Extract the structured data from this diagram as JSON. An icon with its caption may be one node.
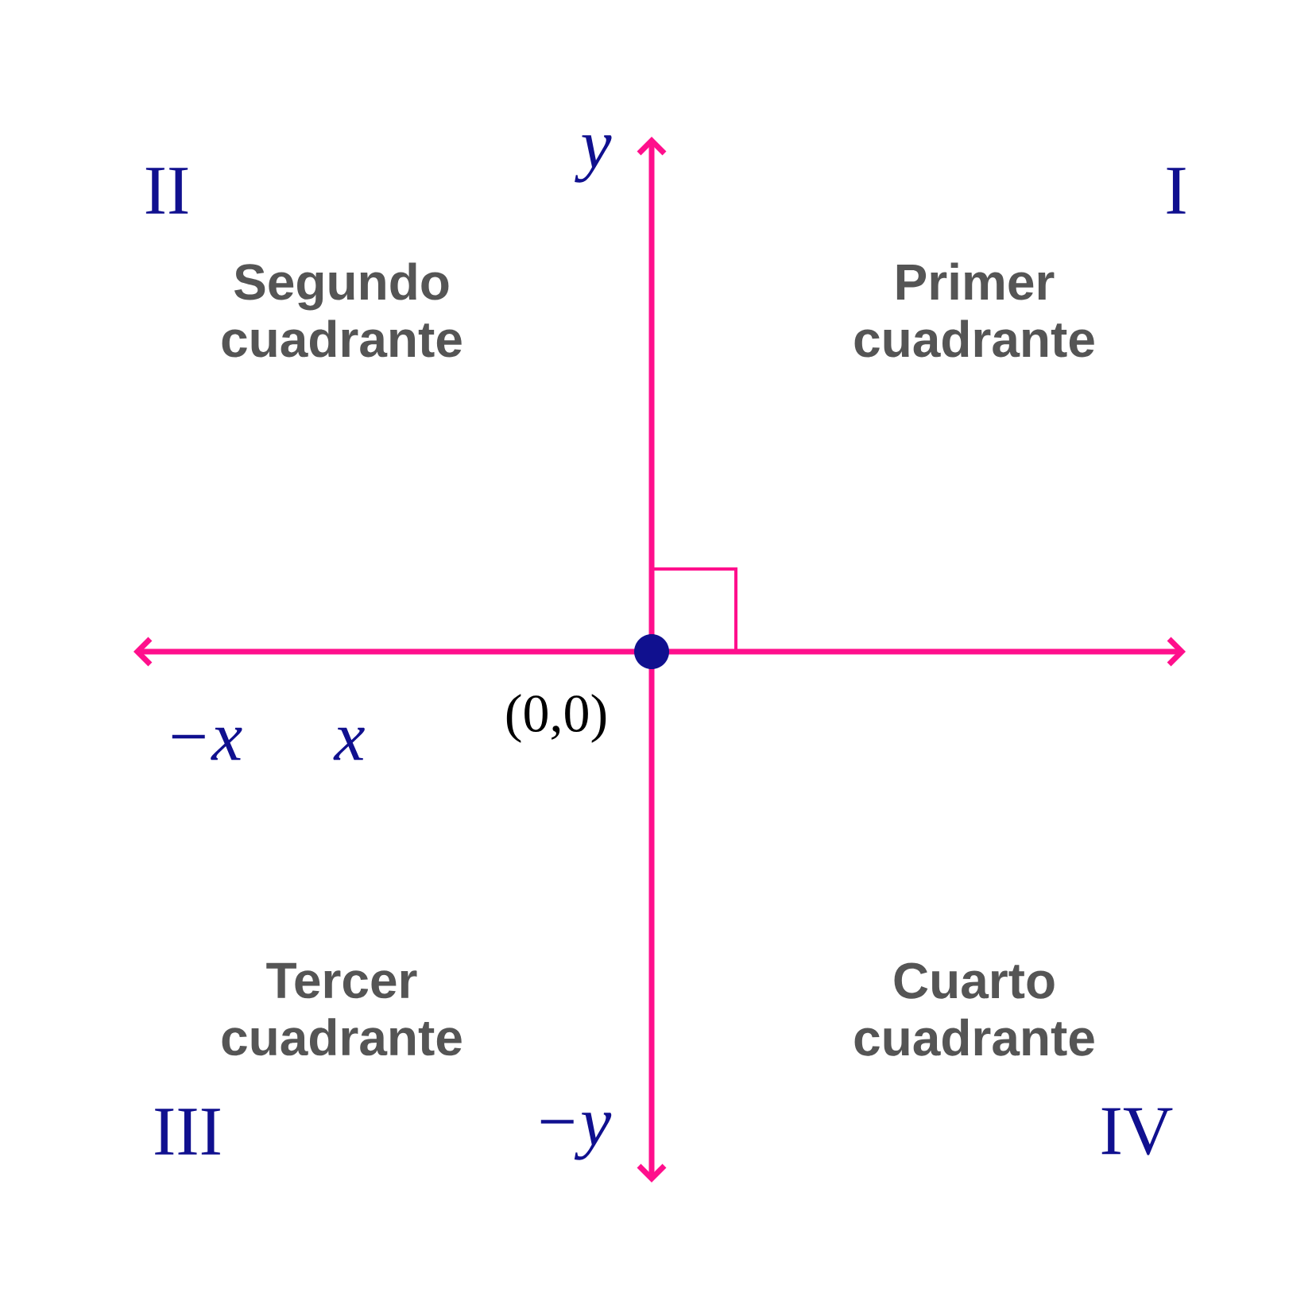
{
  "diagram": {
    "labels": [
      "y",
      "II",
      "I",
      "Segundo cuadrante",
      "Primer cuadrante",
      "(0,0)",
      "−x",
      "x",
      "Tercer cuadrante",
      "Cuarto cuadrante",
      "III",
      "−y",
      "IV"
    ]
  }
}
